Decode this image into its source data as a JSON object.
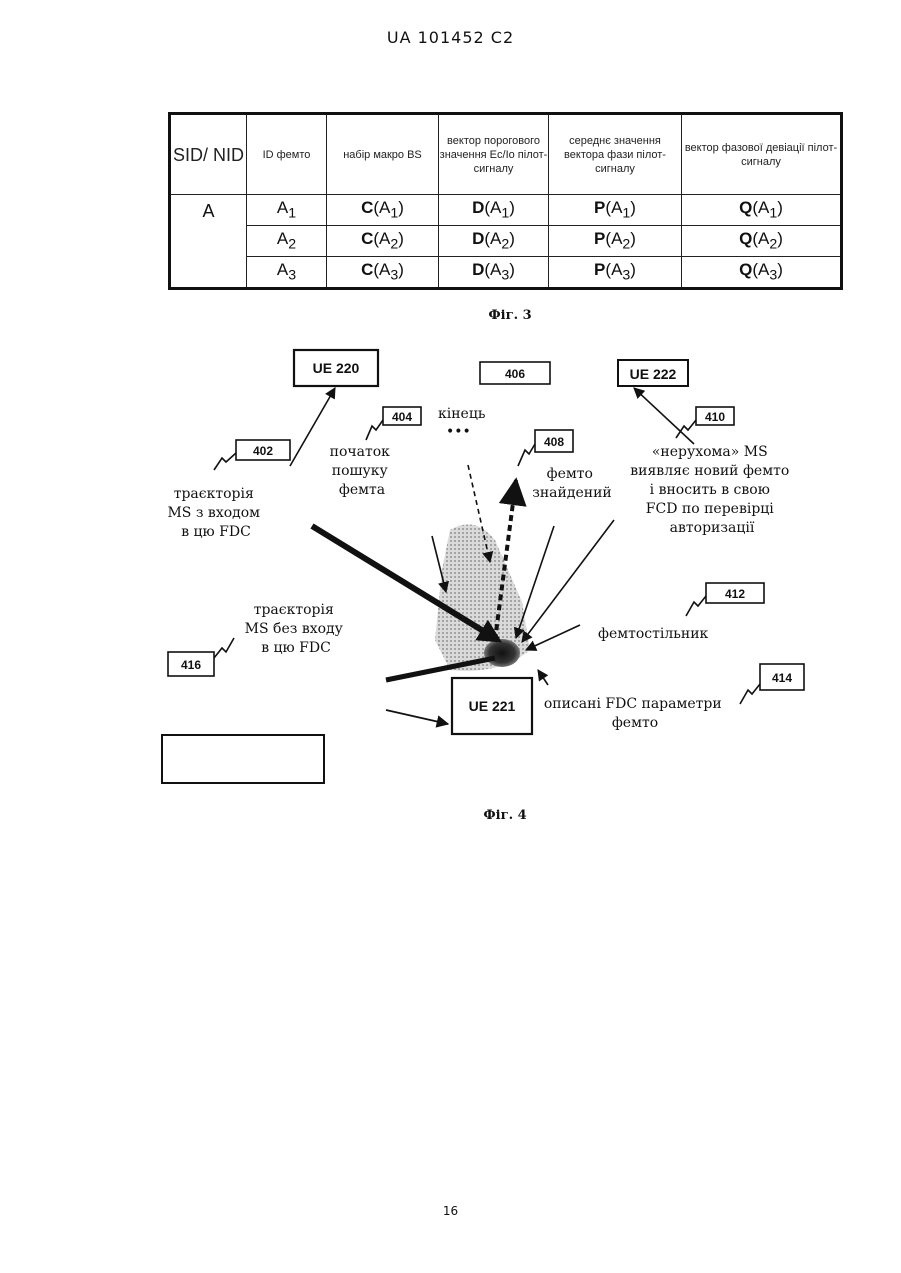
{
  "header": {
    "doc_id": "UA   101452   C2"
  },
  "table": {
    "columns": [
      "SID/ NID",
      "ID фемто",
      "набір макро BS",
      "вектор порогового значення Ec/Io пілот-сигналу",
      "середнє значення вектора фази пілот-сигналу",
      "вектор фазової девіації пілот-сигналу"
    ],
    "sid_value": "A",
    "rows": [
      {
        "id_main": "A",
        "sub": "1",
        "c": "C",
        "d": "D",
        "p": "P",
        "q": "Q"
      },
      {
        "id_main": "A",
        "sub": "2",
        "c": "C",
        "d": "D",
        "p": "P",
        "q": "Q"
      },
      {
        "id_main": "A",
        "sub": "3",
        "c": "C",
        "d": "D",
        "p": "P",
        "q": "Q"
      }
    ]
  },
  "fig3_caption": "Фіг. 3",
  "fig4": {
    "boxes": {
      "ue220": "UE 220",
      "ue222": "UE 222",
      "ue221": "UE 221"
    },
    "refs": {
      "r402": "402",
      "r404": "404",
      "r406": "406",
      "r408": "408",
      "r410": "410",
      "r412": "412",
      "r414": "414",
      "r416": "416"
    },
    "labels": {
      "traj_with_entry": [
        "траєкторія",
        "MS з входом",
        "в цю FDC"
      ],
      "search_start": [
        "початок",
        "пошуку",
        "фемта"
      ],
      "end": "кінець",
      "ellipsis": "•••",
      "femto_found": [
        "фемто",
        "знайдений"
      ],
      "stationary_ms": [
        "«нерухома» MS",
        "виявляє новий фемто",
        "і вносить в свою",
        "FCD по перевірці",
        "авторизації"
      ],
      "traj_without_entry": [
        "траєкторія",
        "MS без входу",
        "в цю FDC"
      ],
      "femtocell": "фемтостільник",
      "fdc_params": [
        "описані FDC параметри",
        "фемто"
      ]
    }
  },
  "fig4_caption": "Фіг. 4",
  "page_number": "16",
  "colors": {
    "ink": "#111111",
    "shade": "#b8b8b8"
  }
}
